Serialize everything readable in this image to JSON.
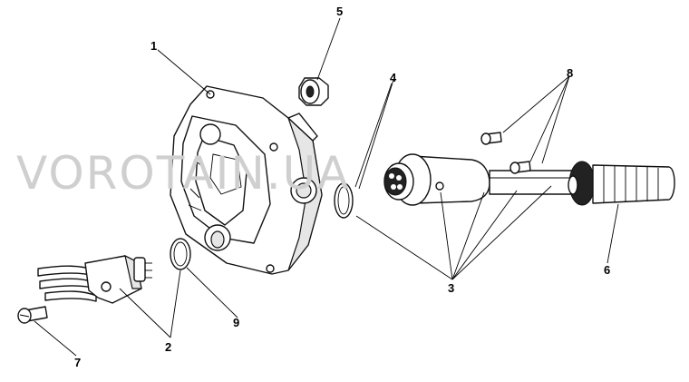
{
  "watermark": "VOROTAIN.UA",
  "labels": [
    {
      "id": "p1",
      "text": "1"
    },
    {
      "id": "p2",
      "text": "2"
    },
    {
      "id": "p3",
      "text": "3"
    },
    {
      "id": "p4",
      "text": "4"
    },
    {
      "id": "p5",
      "text": "5"
    },
    {
      "id": "p6",
      "text": "6"
    },
    {
      "id": "p7",
      "text": "7"
    },
    {
      "id": "p8",
      "text": "8"
    },
    {
      "id": "p9",
      "text": "9"
    }
  ]
}
